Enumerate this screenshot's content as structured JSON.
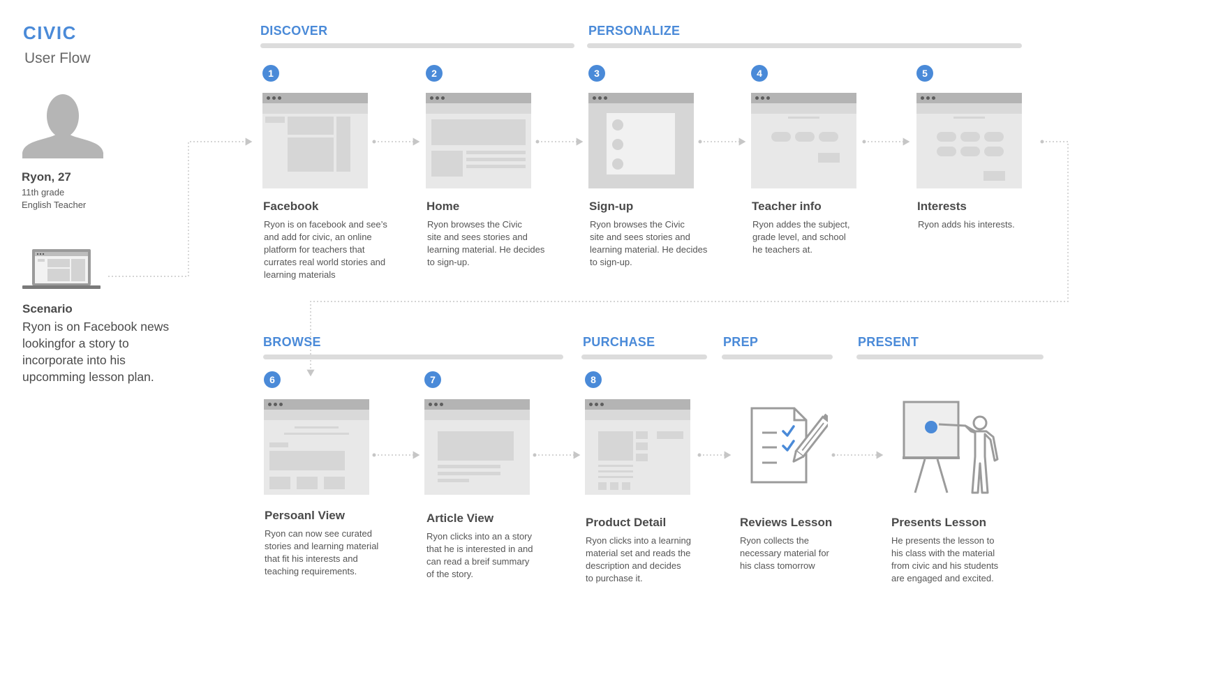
{
  "header": {
    "brand": "CIVIC",
    "subtitle": "User Flow"
  },
  "persona": {
    "name": "Ryon, 27",
    "grade": "11th grade",
    "role": "English Teacher",
    "icon": "user-silhouette-icon"
  },
  "scenario": {
    "title": "Scenario",
    "text": "Ryon is on Facebook news lookingfor a story to incorporate into his upcomming lesson plan.",
    "icon": "laptop-icon"
  },
  "phases": [
    {
      "label": "DISCOVER"
    },
    {
      "label": "PERSONALIZE"
    },
    {
      "label": "BROWSE"
    },
    {
      "label": "PURCHASE"
    },
    {
      "label": "PREP"
    },
    {
      "label": "PRESENT"
    }
  ],
  "steps": [
    {
      "num": "1",
      "title": "Facebook",
      "desc": [
        "Ryon is on facebook and see’s",
        "and add for civic, an online",
        "platform for teachers that",
        "currates real world stories and",
        "learning materials"
      ]
    },
    {
      "num": "2",
      "title": "Home",
      "desc": [
        "Ryon browses the Civic",
        "site and sees stories and",
        "learning material. He decides",
        "to sign-up."
      ]
    },
    {
      "num": "3",
      "title": "Sign-up",
      "desc": [
        "Ryon browses the Civic",
        "site and sees stories and",
        "learning material. He decides",
        "to sign-up."
      ]
    },
    {
      "num": "4",
      "title": "Teacher info",
      "desc": [
        "Ryon addes the subject,",
        "grade level, and school",
        "he teachers at."
      ]
    },
    {
      "num": "5",
      "title": "Interests",
      "desc": [
        "Ryon adds his interests."
      ]
    },
    {
      "num": "6",
      "title": "Persoanl View",
      "desc": [
        "Ryon can now see curated",
        "stories and learning material",
        "that fit his interests and",
        "teaching requirements."
      ]
    },
    {
      "num": "7",
      "title": "Article View",
      "desc": [
        "Ryon clicks into an a story",
        "that he is interested in and",
        "can read a breif summary",
        "of the story."
      ]
    },
    {
      "num": "8",
      "title": "Product Detail",
      "desc": [
        "Ryon clicks into a learning",
        "material set and reads the",
        "description and decides",
        "to purchase it."
      ]
    },
    {
      "num": "",
      "title": "Reviews Lesson",
      "desc": [
        "Ryon collects the",
        "necessary material for",
        "his class tomorrow"
      ],
      "icon": "checklist-pencil-icon"
    },
    {
      "num": "",
      "title": "Presents Lesson",
      "desc": [
        "He presents the lesson to",
        "his class with the material",
        "from civic and his students",
        "are engaged and excited."
      ],
      "icon": "teacher-presenting-icon"
    }
  ],
  "colors": {
    "accent": "#4a8ad8",
    "wireframe": "#e8e8e8",
    "bar": "#dcdcdc"
  }
}
